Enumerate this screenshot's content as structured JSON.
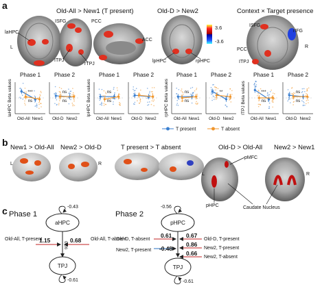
{
  "panel_labels": {
    "a": "a",
    "b": "b",
    "c": "c"
  },
  "panel_a": {
    "titles": [
      "Old-All > New1 (T present)",
      "Old-D > New2",
      "Context × Target presence"
    ],
    "brain_labels": [
      "laHPC",
      "ISFG",
      "PCC",
      "ACC",
      "ITPJ",
      "rTPJ",
      "L",
      "lpHPC",
      "rpHPC",
      "ISFG",
      "rIFG",
      "PCC",
      "ITPJ",
      "R"
    ],
    "colorbar": {
      "max": "3.6",
      "min": "-3.6",
      "pos_color": "#e02020",
      "neg_color": "#2040e0"
    },
    "legend": {
      "present": "T present",
      "absent": "T absent",
      "present_color": "#3a7fd0",
      "absent_color": "#f0962c"
    }
  },
  "chart_data": [
    {
      "type": "scatter",
      "ylabel": "laHPC Beta values",
      "panels": [
        {
          "title": "Phase 1",
          "categories": [
            "Old-All",
            "New1"
          ],
          "annot": "***",
          "ns": "ns",
          "series": [
            {
              "name": "T present",
              "values": [
                0.25,
                -0.05
              ]
            },
            {
              "name": "T absent",
              "values": [
                0.05,
                -0.05
              ]
            }
          ]
        },
        {
          "title": "Phase 2",
          "categories": [
            "Old-D",
            "New2"
          ],
          "annot": "ns",
          "ns": "ns",
          "series": [
            {
              "name": "T present",
              "values": [
                0.08,
                0.05
              ]
            },
            {
              "name": "T absent",
              "values": [
                0.05,
                0.05
              ]
            }
          ]
        }
      ]
    },
    {
      "type": "scatter",
      "ylabel": "lpHPC Beta values",
      "panels": [
        {
          "title": "Phase 1",
          "categories": [
            "Old-All",
            "New1"
          ],
          "annot": "ns",
          "ns": "ns",
          "series": [
            {
              "name": "T present",
              "values": [
                0.05,
                0.05
              ]
            },
            {
              "name": "T absent",
              "values": [
                -0.05,
                0.05
              ]
            }
          ]
        },
        {
          "title": "Phase 2",
          "categories": [
            "Old-D",
            "New2"
          ],
          "annot": "",
          "ns": "",
          "series": [
            {
              "name": "T present",
              "values": [
                0.1,
                0.05
              ]
            },
            {
              "name": "T absent",
              "values": [
                0.1,
                0.05
              ]
            }
          ]
        }
      ]
    },
    {
      "type": "scatter",
      "ylabel": "rpHPC Beta values",
      "panels": [
        {
          "title": "Phase 1",
          "categories": [
            "Old-All",
            "New1"
          ],
          "annot": "ns",
          "ns": "ns",
          "series": [
            {
              "name": "T present",
              "values": [
                0.05,
                0.05
              ]
            },
            {
              "name": "T absent",
              "values": [
                0.0,
                0.05
              ]
            }
          ]
        },
        {
          "title": "Phase 2",
          "categories": [
            "Old-D",
            "New2"
          ],
          "annot": "**",
          "ns": "",
          "series": [
            {
              "name": "T present",
              "values": [
                0.25,
                -0.05
              ]
            },
            {
              "name": "T absent",
              "values": [
                0.1,
                0.05
              ]
            }
          ]
        }
      ]
    },
    {
      "type": "scatter",
      "ylabel": "ITPJ Beta values",
      "panels": [
        {
          "title": "Phase 1",
          "categories": [
            "Old-All",
            "New1"
          ],
          "annot": "***",
          "ns": "ns",
          "series": [
            {
              "name": "T present",
              "values": [
                0.3,
                -0.05
              ]
            },
            {
              "name": "T absent",
              "values": [
                0.0,
                0.0
              ]
            }
          ]
        },
        {
          "title": "Phase 2",
          "categories": [
            "Old-D",
            "New2"
          ],
          "annot": "ns",
          "ns": "ns",
          "series": [
            {
              "name": "T present",
              "values": [
                0.1,
                0.05
              ]
            },
            {
              "name": "T absent",
              "values": [
                0.05,
                0.05
              ]
            }
          ]
        }
      ]
    }
  ],
  "panel_b": {
    "titles": [
      "New1 > Old-All",
      "New2 > Old-D",
      "T present > T absent",
      "Old-D > Old-All",
      "New2 > New1"
    ],
    "labels": [
      "L",
      "R",
      "L",
      "R",
      "pMFC",
      "pHPC",
      "Caudate Nucleus"
    ]
  },
  "panel_c": {
    "phase1": {
      "title": "Phase 1",
      "node_top": "aHPC",
      "node_bottom": "TPJ",
      "self_top": "-0.43",
      "self_bottom": "-0.61",
      "mid": "0.36",
      "left_label": "Old-All, T-present",
      "left_value": "1.15",
      "right_label": "Old-All, T-absent",
      "right_value": "0.68"
    },
    "phase2": {
      "title": "Phase 2",
      "node_top": "pHPC",
      "node_bottom": "TPJ",
      "self_top": "-0.56",
      "self_bottom": "-0.61",
      "left_labels": [
        "Old-D, T-absent",
        "New2, T-present"
      ],
      "left_values": [
        "0.61",
        "-0.48"
      ],
      "right_labels": [
        "Old-D, T-present",
        "New2, T-present",
        "New2, T-absent"
      ],
      "right_values": [
        "0.67",
        "0.86",
        "0.66"
      ]
    }
  }
}
